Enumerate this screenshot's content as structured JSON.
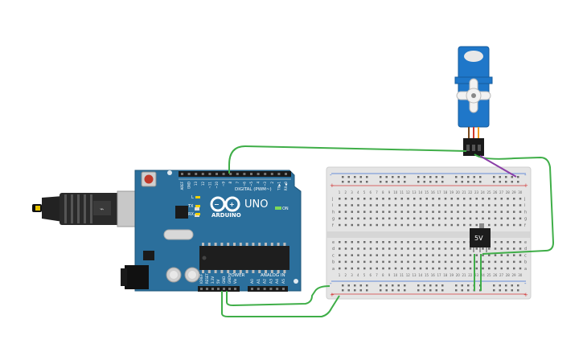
{
  "arduino": {
    "brand": "ARDUINO",
    "model": "UNO",
    "header_digital": "DIGITAL (PWM~)",
    "header_power": "POWER",
    "header_analog": "ANALOG IN",
    "led_on": "ON",
    "led_tx": "TX",
    "led_rx": "RX",
    "led_l": "L",
    "digital_pins": [
      "AREF",
      "GND",
      "13",
      "12",
      "~11",
      "~10",
      "~9",
      "8",
      "7",
      "~6",
      "~5",
      "4",
      "~3",
      "2",
      "TX▶1",
      "RX◀0"
    ],
    "power_pins": [
      "IOREF",
      "RESET",
      "3.3V",
      "5V",
      "GND",
      "GND",
      "Vin"
    ],
    "analog_pins": [
      "A0",
      "A1",
      "A2",
      "A3",
      "A4",
      "A5"
    ]
  },
  "breadboard": {
    "row_letters_top": [
      "j",
      "i",
      "h",
      "g",
      "f"
    ],
    "row_letters_bottom": [
      "e",
      "d",
      "c",
      "b",
      "a"
    ],
    "column_count": 30,
    "rail_plus": "+",
    "rail_minus": "-"
  },
  "regulator": {
    "label": "5V"
  },
  "colors": {
    "board_blue": "#2b6f9c",
    "wire_green": "#3fae48",
    "wire_purple": "#8b3fa8",
    "servo_blue": "#1f77c9",
    "rail_red": "#d33c3c",
    "rail_blue": "#3c6fd3"
  },
  "icons": {
    "usb": "usb-cable-icon",
    "power_jack": "power-jack-icon",
    "reset": "reset-button-icon",
    "logo": "arduino-infinity-logo-icon"
  }
}
